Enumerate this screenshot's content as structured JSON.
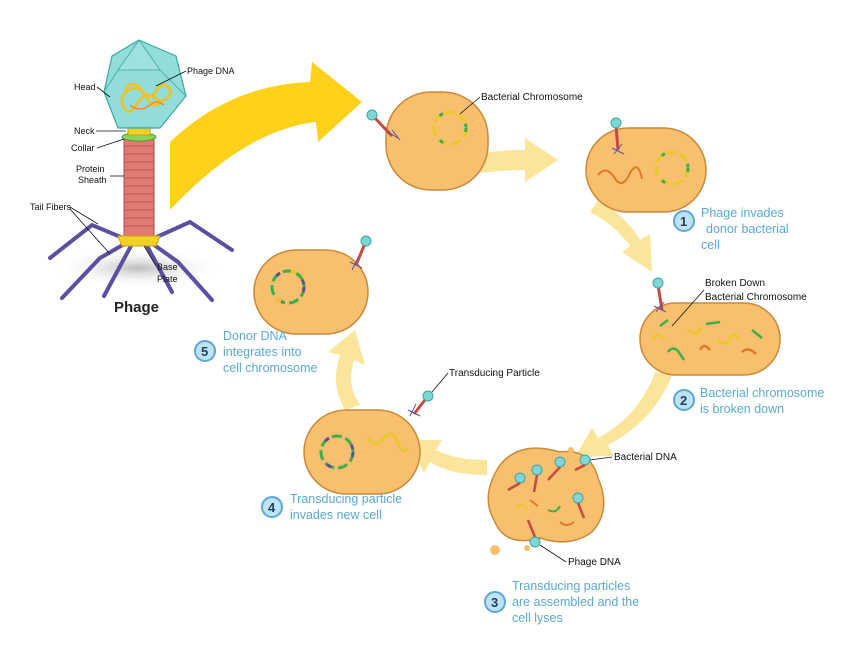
{
  "phage": {
    "title": "Phage",
    "labels": {
      "head": "Head",
      "phage_dna": "Phage DNA",
      "neck": "Neck",
      "collar": "Collar",
      "sheath_1": "Protein",
      "sheath_2": "Sheath",
      "tail_fibers": "Tail Fibers",
      "base_1": "Base",
      "base_2": "Plate"
    }
  },
  "labels": {
    "bacterial_chromosome": "Bacterial Chromosome",
    "broken_1": "Broken Down",
    "broken_2": "Bacterial Chromosome",
    "bacterial_dna": "Bacterial DNA",
    "phage_dna": "Phage DNA",
    "transducing_particle": "Transducing Particle"
  },
  "steps": [
    {
      "number": "1",
      "lines": [
        "Phage invades",
        "donor bacterial",
        "cell"
      ]
    },
    {
      "number": "2",
      "lines": [
        "Bacterial chromosome",
        "is broken down"
      ]
    },
    {
      "number": "3",
      "lines": [
        "Transducing particles",
        "are assembled and the",
        "cell lyses"
      ]
    },
    {
      "number": "4",
      "lines": [
        "Transducing particle",
        "invades new cell"
      ]
    },
    {
      "number": "5",
      "lines": [
        "Donor DNA",
        "integrates into",
        "cell chromosome"
      ]
    }
  ],
  "colors": {
    "cell_fill": "#f8bf6e",
    "cell_stroke": "#c98a3a",
    "cycle_arrow": "#fbe59a",
    "big_arrow": "#ffd11a",
    "step_text": "#5aa9d6",
    "tail": "#e07a72",
    "fiber": "#5b4fa0",
    "capsid": "#56c3c0"
  }
}
